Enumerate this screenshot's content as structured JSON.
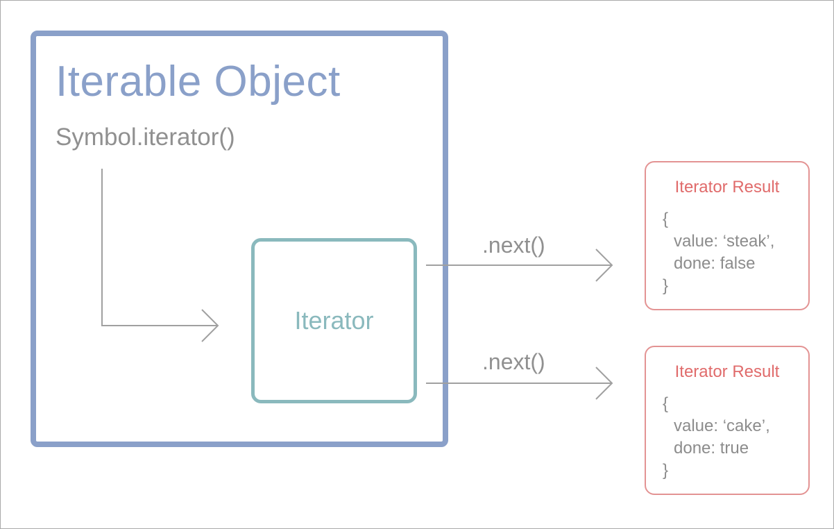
{
  "iterable": {
    "title": "Iterable Object",
    "method": "Symbol.iterator()"
  },
  "iterator": {
    "label": "Iterator"
  },
  "calls": [
    {
      "label": ".next()"
    },
    {
      "label": ".next()"
    }
  ],
  "results": [
    {
      "title": "Iterator Result",
      "open": "{",
      "value_line": "value: ‘steak’,",
      "done_line": "done: false",
      "close": "}"
    },
    {
      "title": "Iterator Result",
      "open": "{",
      "value_line": "value: ‘cake’,",
      "done_line": "done: true",
      "close": "}"
    }
  ],
  "colors": {
    "iterable": "#8aa0c9",
    "iterator": "#8ab9bd",
    "result": "#e39393",
    "text_gray": "#909090",
    "connector": "#a0a0a0"
  }
}
